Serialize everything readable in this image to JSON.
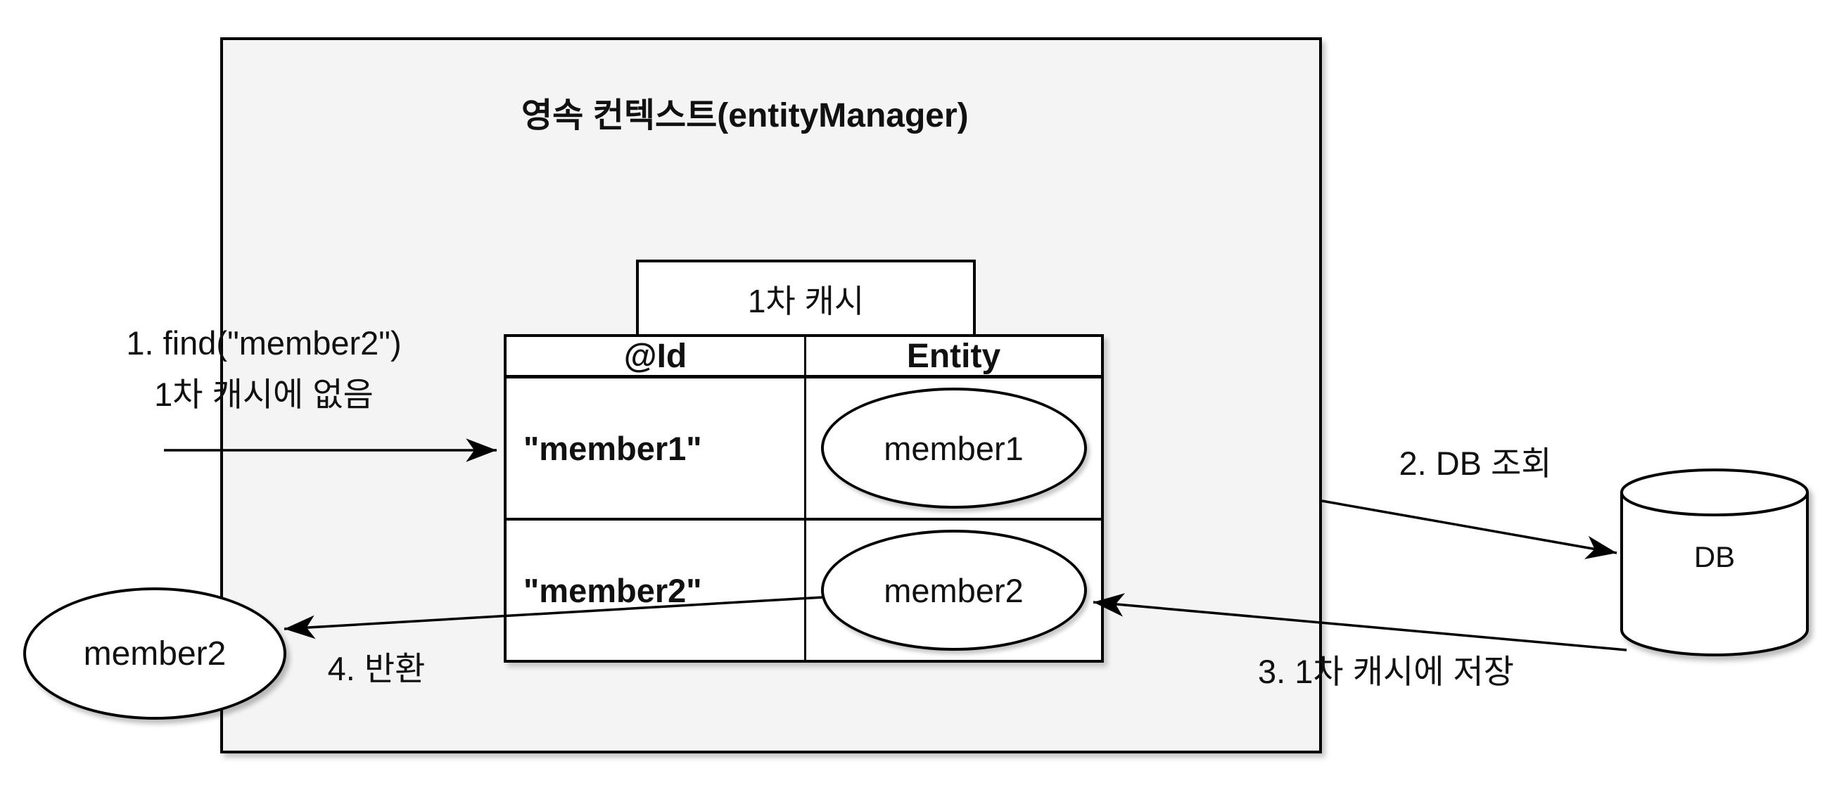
{
  "diagram": {
    "container": {
      "title": "영속 컨텍스트(entityManager)"
    },
    "cache": {
      "label": "1차 캐시",
      "table": {
        "headers": [
          "@Id",
          "Entity"
        ],
        "rows": [
          {
            "id": "\"member1\"",
            "entity": "member1"
          },
          {
            "id": "\"member2\"",
            "entity": "member2"
          }
        ]
      }
    },
    "db": {
      "label": "DB"
    },
    "result": {
      "label": "member2"
    },
    "steps": [
      {
        "label": "1. find(\"member2\")",
        "sublabel": "1차 캐시에 없음"
      },
      {
        "label": "2. DB 조회"
      },
      {
        "label": "3. 1차 캐시에 저장"
      },
      {
        "label": "4. 반환"
      }
    ],
    "colors": {
      "background": "#ffffff",
      "container_fill": "#f4f4f4",
      "stroke": "#000000",
      "shape_fill": "#ffffff"
    }
  }
}
